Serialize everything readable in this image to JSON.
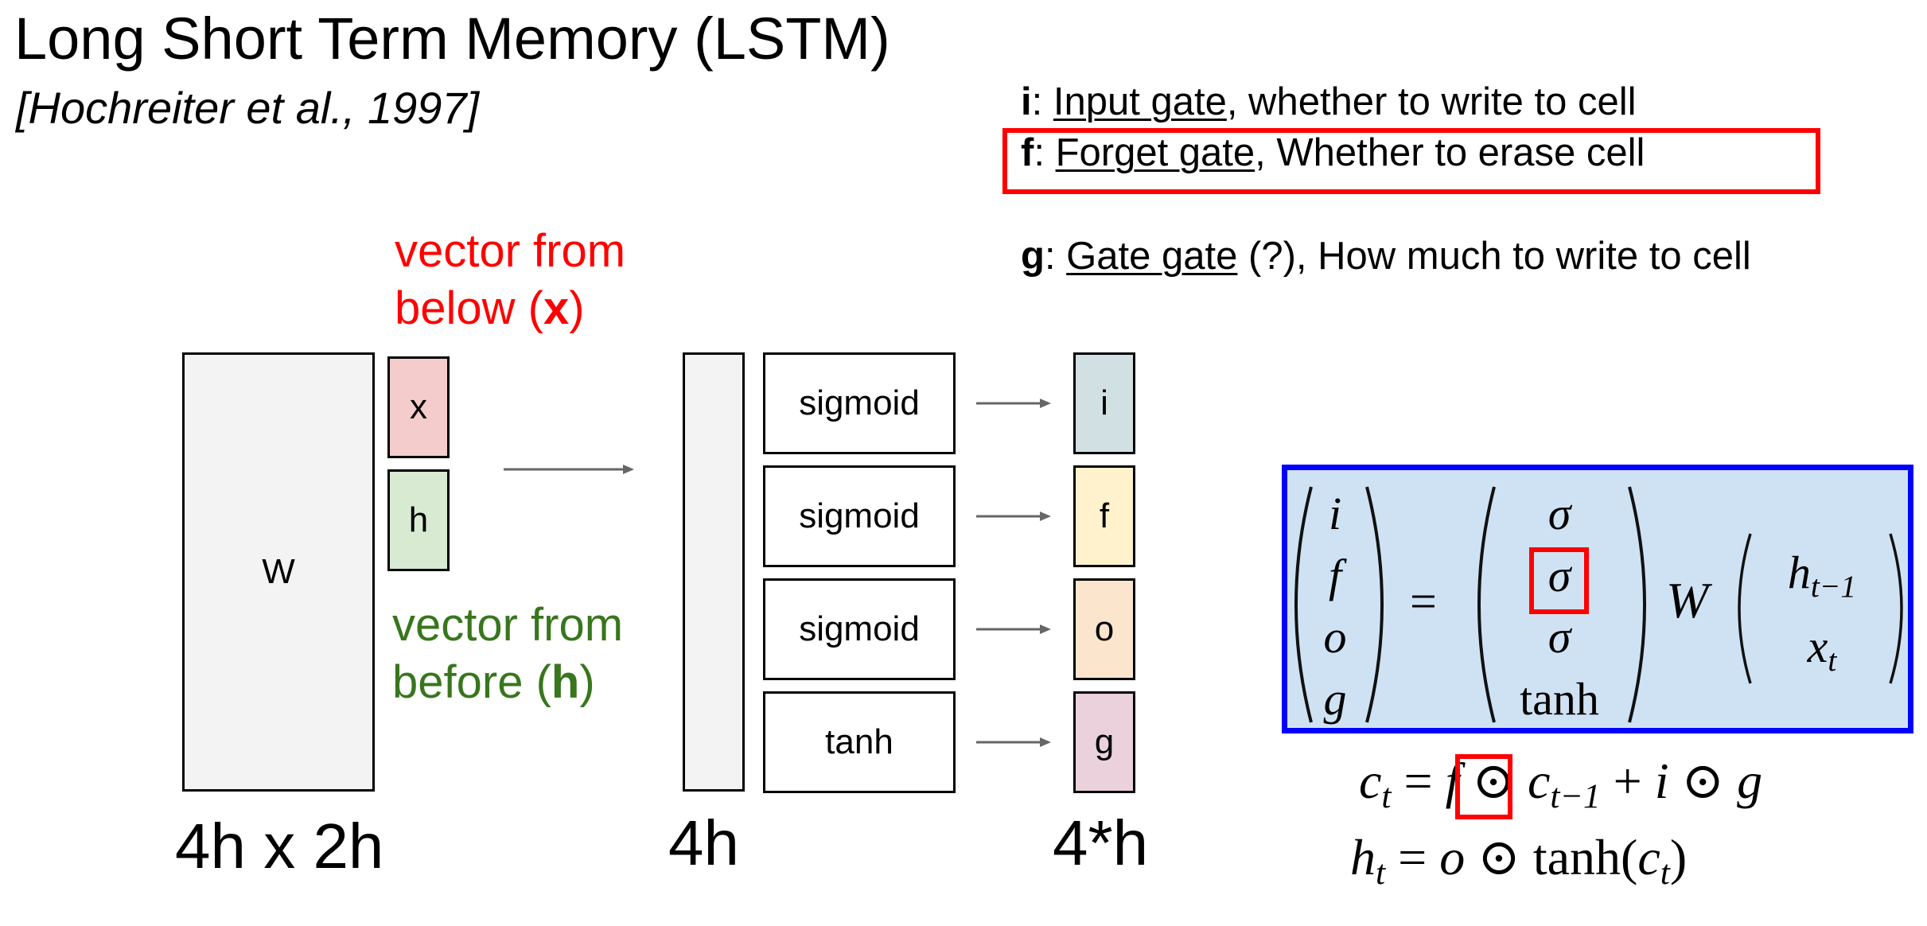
{
  "slide": {
    "title": "Long Short Term Memory (LSTM)",
    "citation": "[Hochreiter et al., 1997]"
  },
  "gates": [
    {
      "symbol": "i",
      "name": "Input gate",
      "sep": ": ",
      "qualifier": "",
      "description": ", whether to write to cell"
    },
    {
      "symbol": "f",
      "name": "Forget gate",
      "sep": ": ",
      "qualifier": "",
      "description": ", Whether to erase cell"
    },
    {
      "symbol": "g",
      "name": "Gate gate",
      "sep": ": ",
      "qualifier": " (?)",
      "description": ", How much to write to cell"
    }
  ],
  "highlights": {
    "color": "#ff0000",
    "equation_box_color": "#0000ff",
    "equation_box_fill": "#cfe2f3"
  },
  "diagram": {
    "annotation_x": {
      "line1": "vector from",
      "line2_pre": "below (",
      "var": "x",
      "line2_post": ")",
      "color": "#ff0000"
    },
    "annotation_h": {
      "line1": "vector from",
      "line2_pre": "before (",
      "var": "h",
      "line2_post": ")",
      "color": "#38761d"
    },
    "weight_matrix": {
      "label": "W",
      "dims": "4h x 2h"
    },
    "input_vectors": [
      {
        "label": "x",
        "color": "#f4cccc"
      },
      {
        "label": "h",
        "color": "#d9ead3"
      }
    ],
    "activation_bar": {
      "dims": "4h"
    },
    "activations": [
      {
        "fn": "sigmoid",
        "output": "i",
        "color": "#d0e0e3"
      },
      {
        "fn": "sigmoid",
        "output": "f",
        "color": "#fff2cc"
      },
      {
        "fn": "sigmoid",
        "output": "o",
        "color": "#fce5cd"
      },
      {
        "fn": "tanh",
        "output": "g",
        "color": "#ead1dc"
      }
    ],
    "output_dims": "4*h"
  },
  "equations": {
    "lhs": [
      "i",
      "f",
      "o",
      "g"
    ],
    "equals": "=",
    "fns": [
      "σ",
      "σ",
      "σ",
      "tanh"
    ],
    "weight": "W",
    "rhs": [
      {
        "base": "h",
        "sub": "t−1"
      },
      {
        "base": "x",
        "sub": "t"
      }
    ],
    "cell_update": {
      "lhs_base": "c",
      "lhs_sub": "t",
      "eq": " = ",
      "f": "f",
      "odot1": " ⊙ ",
      "c_prev_base": "c",
      "c_prev_sub": "t−1",
      "plus": " + ",
      "i": "i",
      "odot2": " ⊙ ",
      "g": "g"
    },
    "hidden_update": {
      "lhs_base": "h",
      "lhs_sub": "t",
      "eq": " = ",
      "o": "o",
      "odot": " ⊙ ",
      "fn": "tanh(",
      "arg_base": "c",
      "arg_sub": "t",
      "close": ")"
    }
  }
}
